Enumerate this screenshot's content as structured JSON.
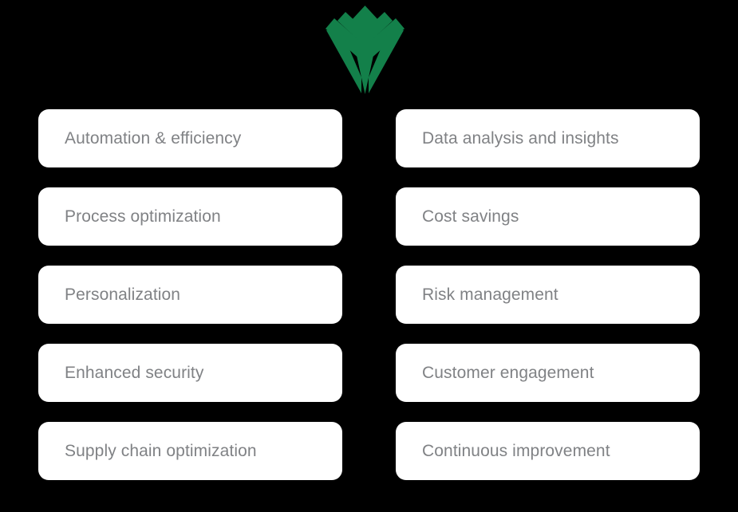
{
  "page": {
    "background_color": "#000000",
    "card_background_color": "#ffffff",
    "label_color": "#808285",
    "brand_color": "#13804a"
  },
  "logo": {
    "icon_name": "sheaf-chevron-diamond-logo",
    "color": "#13804a"
  },
  "cards": {
    "left_column": [
      {
        "label": "Automation & efficiency"
      },
      {
        "label": "Process optimization"
      },
      {
        "label": "Personalization"
      },
      {
        "label": "Enhanced security"
      },
      {
        "label": "Supply chain optimization"
      }
    ],
    "right_column": [
      {
        "label": "Data analysis and insights"
      },
      {
        "label": "Cost savings"
      },
      {
        "label": "Risk management"
      },
      {
        "label": "Customer engagement"
      },
      {
        "label": "Continuous improvement"
      }
    ]
  }
}
